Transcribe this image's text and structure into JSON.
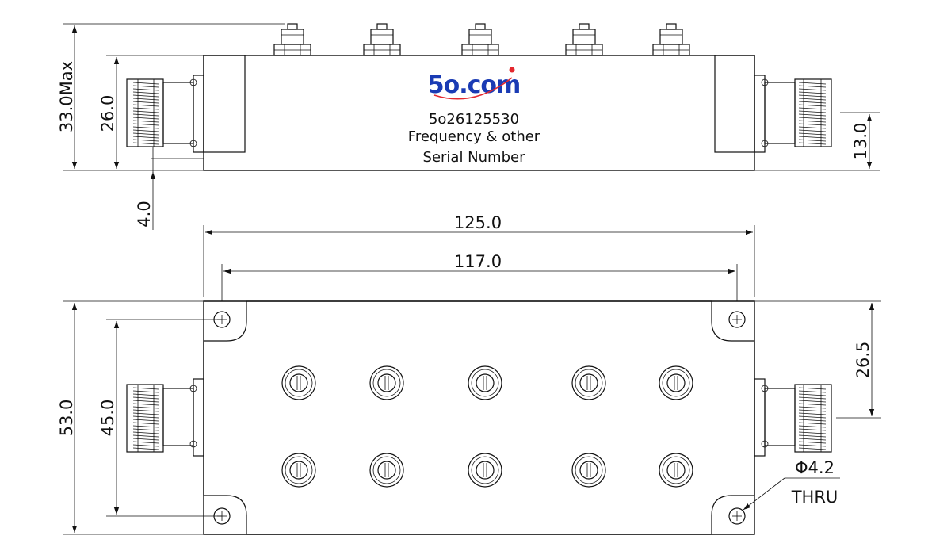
{
  "logo": {
    "text": "5o.com",
    "color": "#1a3bb4",
    "dot_color": "#e4282e"
  },
  "label": {
    "part_number": "5o26125530",
    "line2": "Frequency & other",
    "line3": "Serial Number"
  },
  "dimensions": {
    "height_max": "33.0Max",
    "height_body": "26.0",
    "connector_offset": "4.0",
    "connector_height": "13.0",
    "length": "125.0",
    "hole_spacing_x": "117.0",
    "width": "53.0",
    "hole_spacing_y": "45.0",
    "connector_center": "26.5",
    "hole_diameter": "Φ4.2",
    "hole_type": "THRU"
  },
  "tuning_screws": {
    "rows": 2,
    "per_row": 5
  },
  "colors": {
    "line": "#111111",
    "logo_blue": "#1a3bb4",
    "logo_red": "#e4282e"
  }
}
